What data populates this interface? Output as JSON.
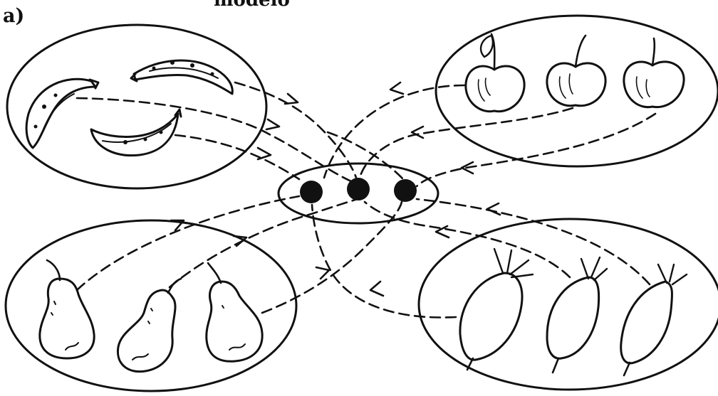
{
  "heading": "modelo",
  "item_label": "a)",
  "sets": {
    "bananas": {
      "count": 3
    },
    "apples": {
      "count": 3
    },
    "pears": {
      "count": 3
    },
    "pineapples": {
      "count": 3
    },
    "model": {
      "count": 3
    }
  },
  "colors": {
    "ink": "#111111",
    "background": "#ffffff"
  }
}
